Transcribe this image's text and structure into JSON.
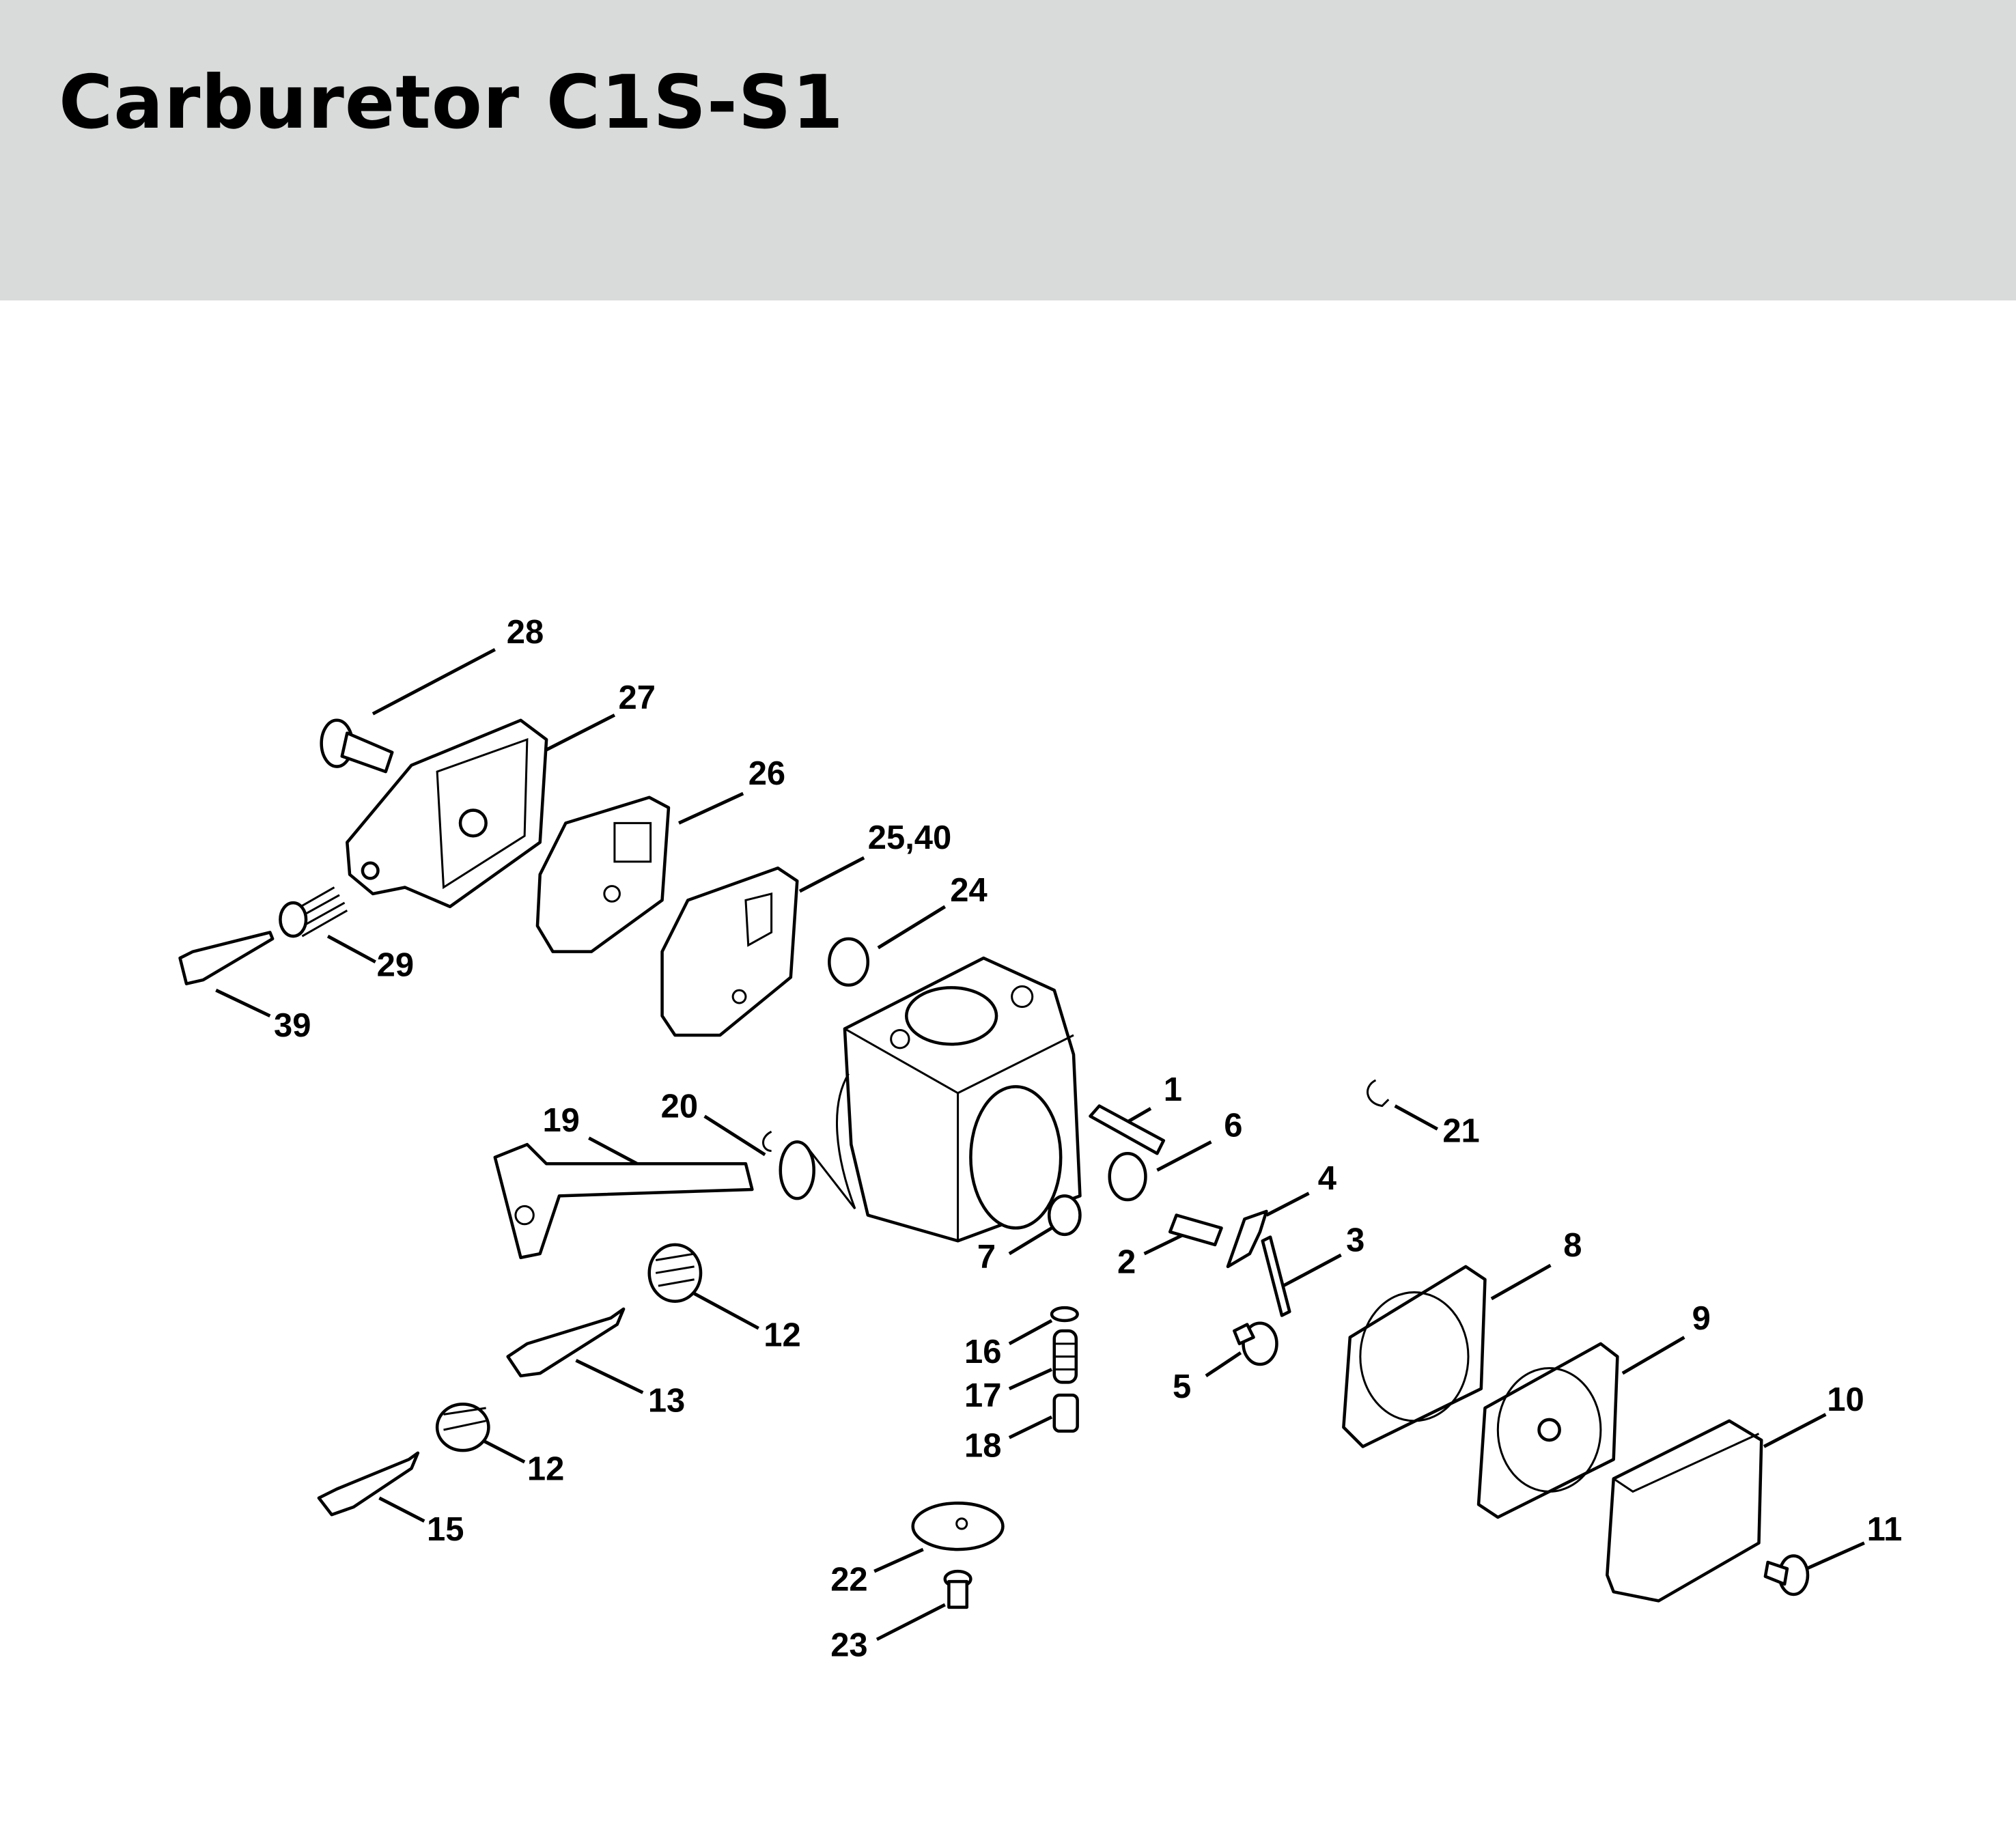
{
  "header": {
    "title": "Carburetor C1S-S1"
  },
  "diagram": {
    "callouts": {
      "p1": "1",
      "p2": "2",
      "p3": "3",
      "p4": "4",
      "p5": "5",
      "p6": "6",
      "p7": "7",
      "p8": "8",
      "p9": "9",
      "p10": "10",
      "p11": "11",
      "p12a": "12",
      "p12b": "12",
      "p13": "13",
      "p15": "15",
      "p16": "16",
      "p17": "17",
      "p18": "18",
      "p19": "19",
      "p20": "20",
      "p21": "21",
      "p22": "22",
      "p23": "23",
      "p24": "24",
      "p25_40": "25,40",
      "p26": "26",
      "p27": "27",
      "p28": "28",
      "p29": "29",
      "p39": "39"
    }
  }
}
